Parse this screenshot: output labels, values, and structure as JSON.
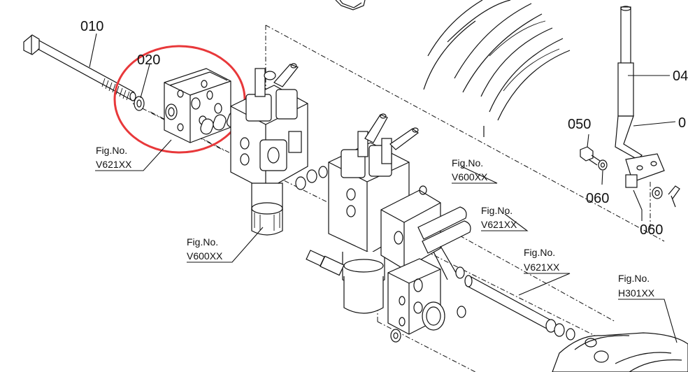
{
  "part_numbers": {
    "p010": "010",
    "p020": "020",
    "p050": "050",
    "p060a": "060",
    "p060b": "060",
    "p040_partial": "04",
    "p030_partial": "0"
  },
  "figure_refs": [
    {
      "label": "Fig.No.",
      "code": "V621XX"
    },
    {
      "label": "Fig.No.",
      "code": "V600XX"
    },
    {
      "label": "Fig.No.",
      "code": "V621XX"
    },
    {
      "label": "Fig.No.",
      "code": "V600XX"
    },
    {
      "label": "Fig.No.",
      "code": "V621XX"
    },
    {
      "label": "Fig.No.",
      "code": "H301XX"
    }
  ],
  "colors": {
    "line": "#111111",
    "highlight": "#e8383a",
    "background": "#ffffff"
  }
}
